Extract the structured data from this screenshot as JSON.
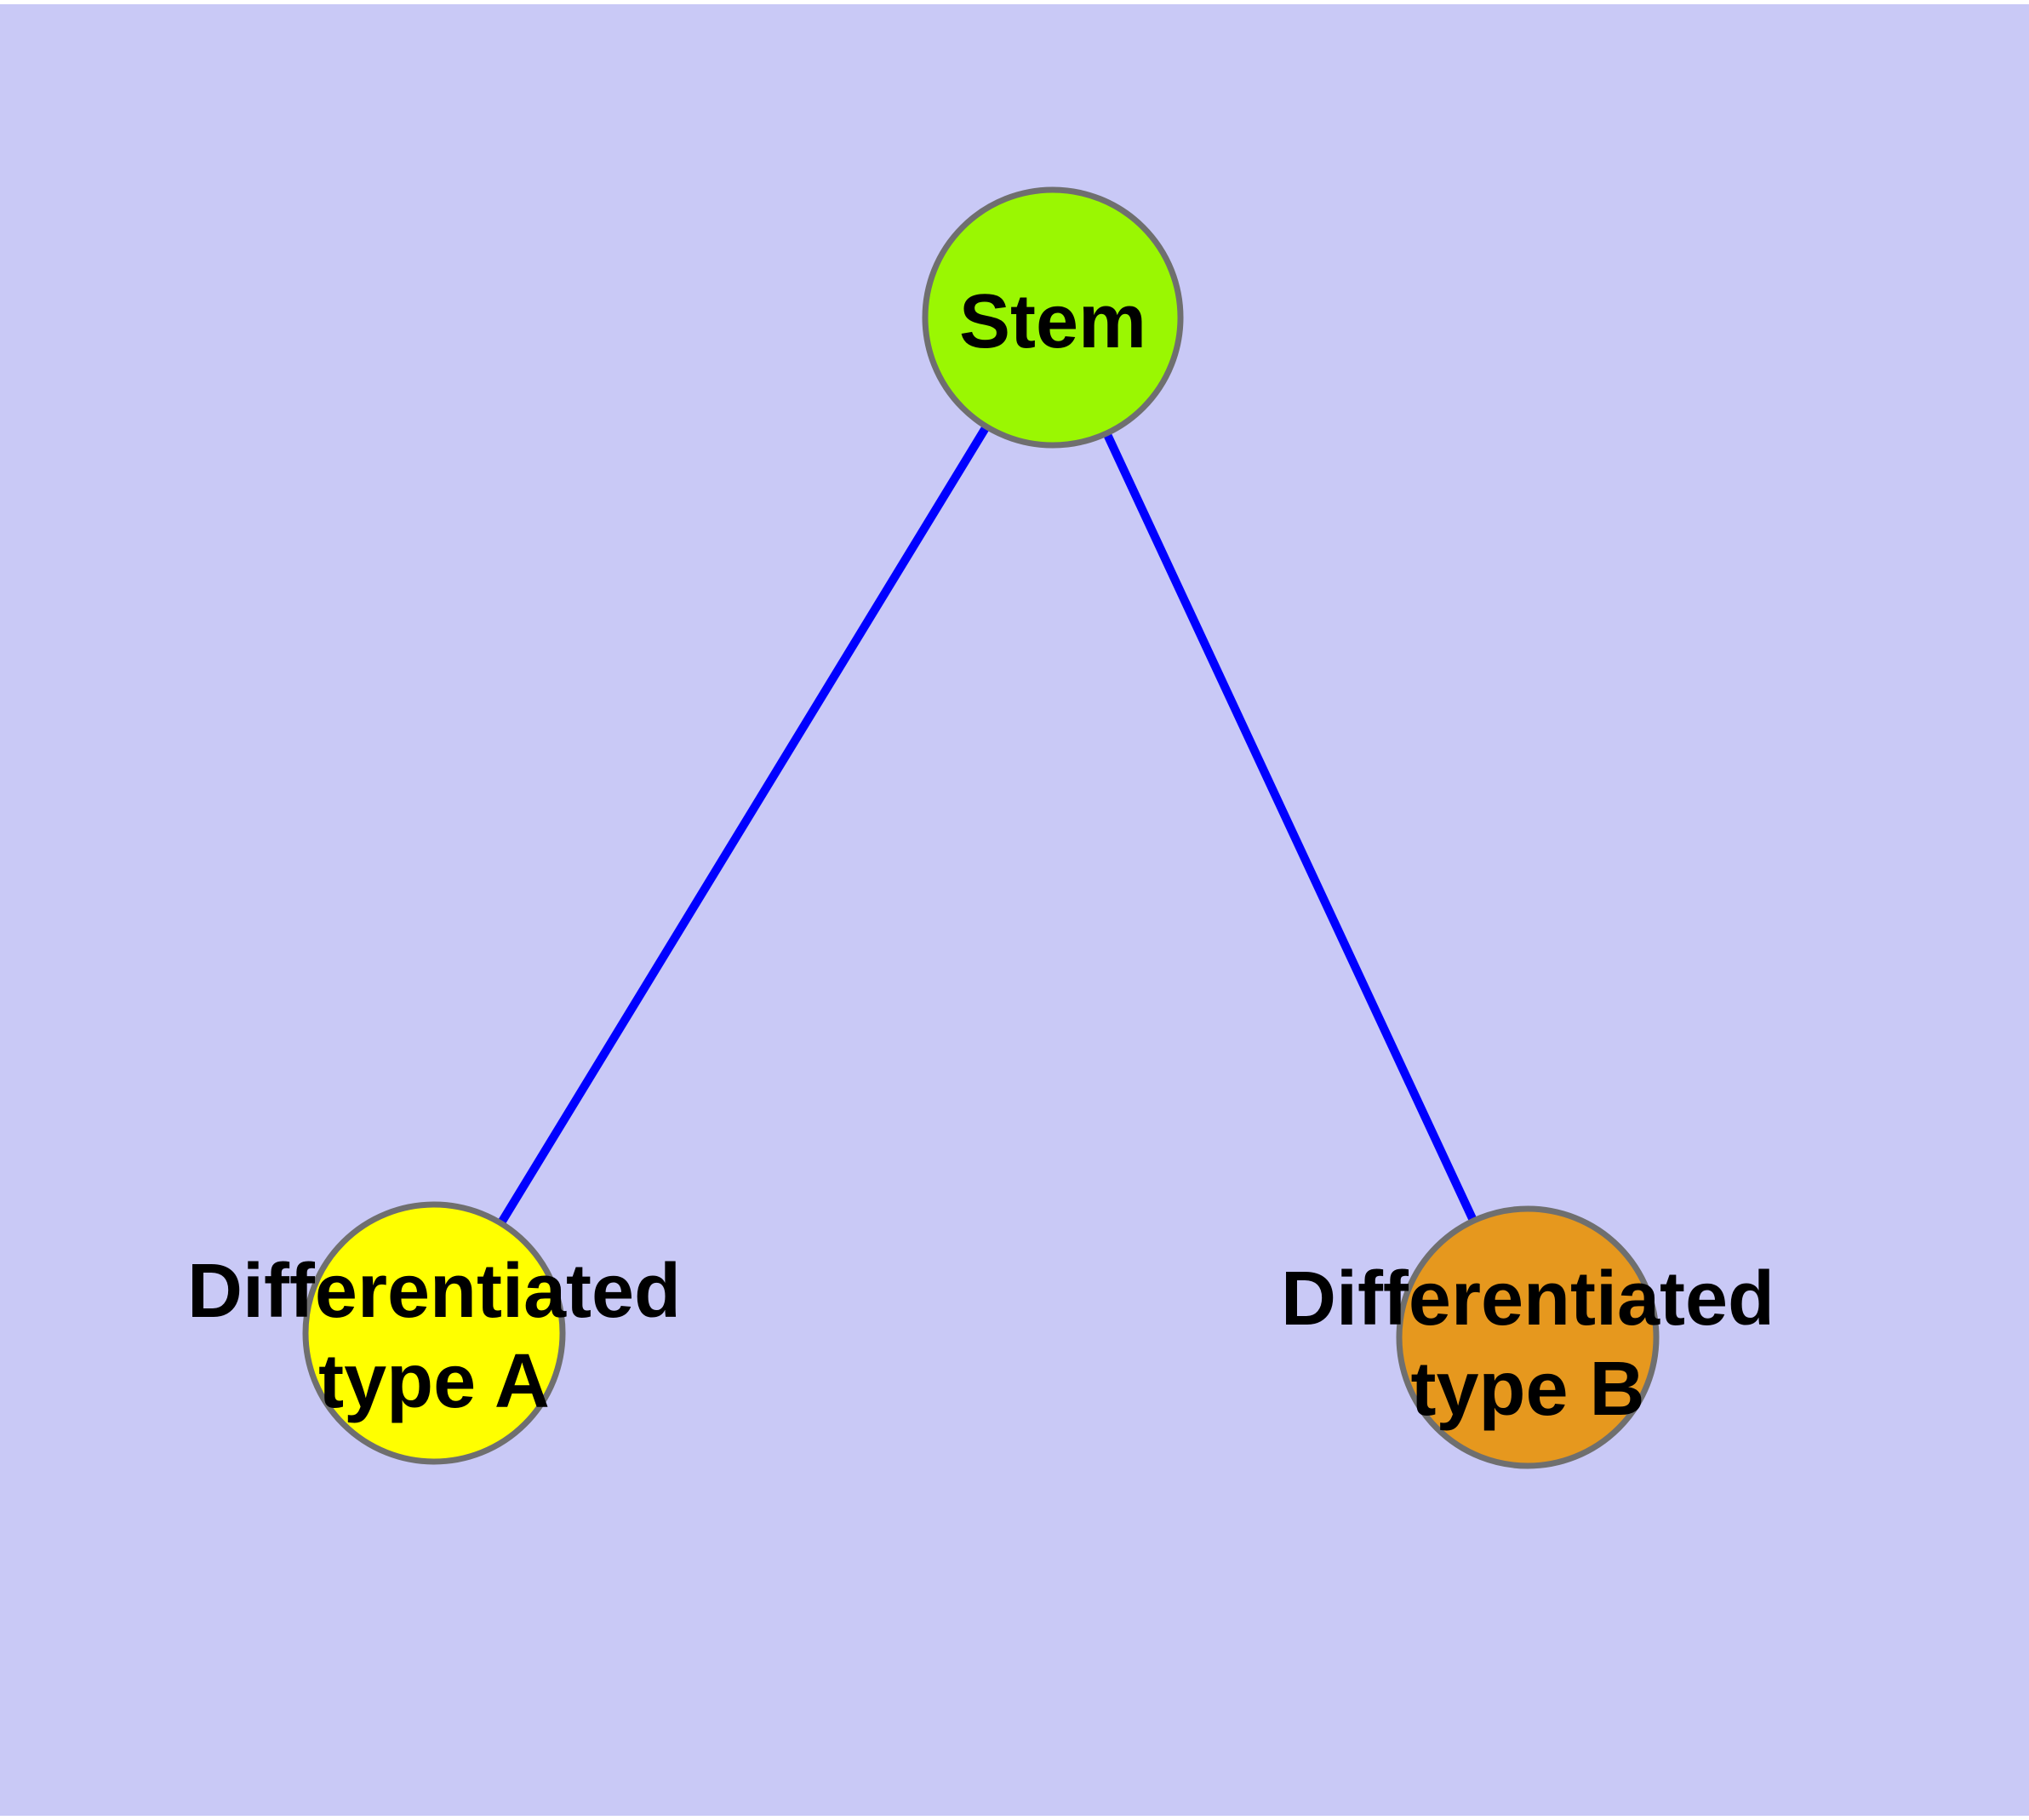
{
  "diagram": {
    "type": "node-link-graph",
    "background_color": "#C9C9F6",
    "edge_color": "#0000FF",
    "node_border_color": "#6F6F6F",
    "label_color": "#000000",
    "nodes": [
      {
        "id": "stem",
        "label": "Stem",
        "fill_color": "#9AF702"
      },
      {
        "id": "differentiated-type-a",
        "label_line1": "Differentiated",
        "label_line2": "type A",
        "fill_color": "#FFFF00"
      },
      {
        "id": "differentiated-type-b",
        "label_line1": "Differentiated",
        "label_line2": "type B",
        "fill_color": "#E6981E"
      }
    ],
    "edges": [
      {
        "from": "Stem",
        "to": "Differentiated type A"
      },
      {
        "from": "Stem",
        "to": "Differentiated type B"
      }
    ]
  }
}
